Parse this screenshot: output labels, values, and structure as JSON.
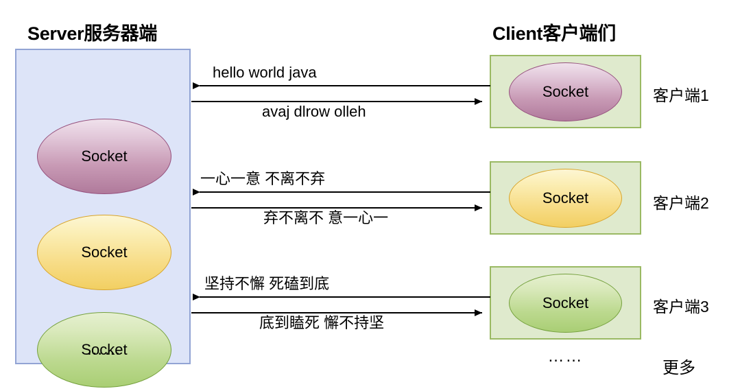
{
  "server": {
    "title": "Server服务器端",
    "sockets": [
      {
        "label": "Socket",
        "color": "#b07a9b"
      },
      {
        "label": "Socket",
        "color": "#f2cf62"
      },
      {
        "label": "Socket",
        "color": "#a9ce74"
      }
    ],
    "more_dots": "……"
  },
  "client": {
    "title": "Client客户端们",
    "boxes": [
      {
        "socket_label": "Socket",
        "name": "客户端1",
        "color": "#b07a9b"
      },
      {
        "socket_label": "Socket",
        "name": "客户端2",
        "color": "#f2cf62"
      },
      {
        "socket_label": "Socket",
        "name": "客户端3",
        "color": "#a9ce74"
      }
    ],
    "more_dots": "……",
    "more_label": "更多"
  },
  "flows": [
    {
      "to_server": "hello    world    java",
      "to_client": "avaj   dlrow      olleh"
    },
    {
      "to_server": "一心一意      不离不弃",
      "to_client": "弃不离不      意一心一"
    },
    {
      "to_server": "坚持不懈    死磕到底",
      "to_client": "底到瞌死      懈不持坚"
    }
  ],
  "colors": {
    "server_box_fill": "#dde4f8",
    "server_box_border": "#92a4d4",
    "client_box_fill": "#dfeacd",
    "client_box_border": "#9ab963",
    "arrow": "#000000"
  }
}
